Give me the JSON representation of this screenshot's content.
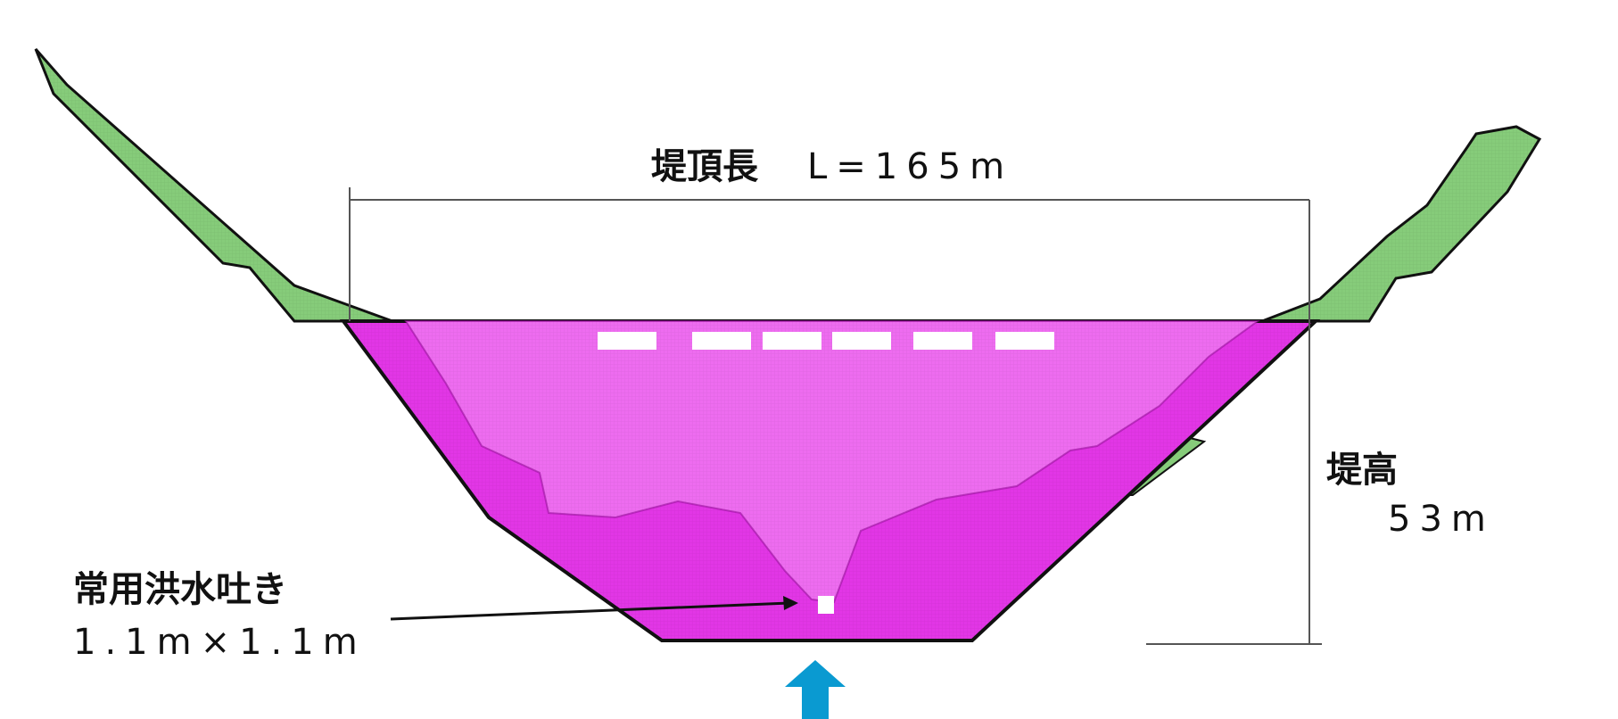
{
  "diagram": {
    "crest_length_label": "堤頂長",
    "crest_length_value": "L=165m",
    "height_label": "堤高",
    "height_value": "53m",
    "outlet_label": "常用洪水吐き",
    "outlet_size": "1.1m×1.1m"
  },
  "colors": {
    "dam_body": "#e236e6",
    "dam_body_inner": "#ee6cf0",
    "abutment": "#86cc7a",
    "outline": "#111111",
    "flow_arrow": "#0a9ad1"
  }
}
